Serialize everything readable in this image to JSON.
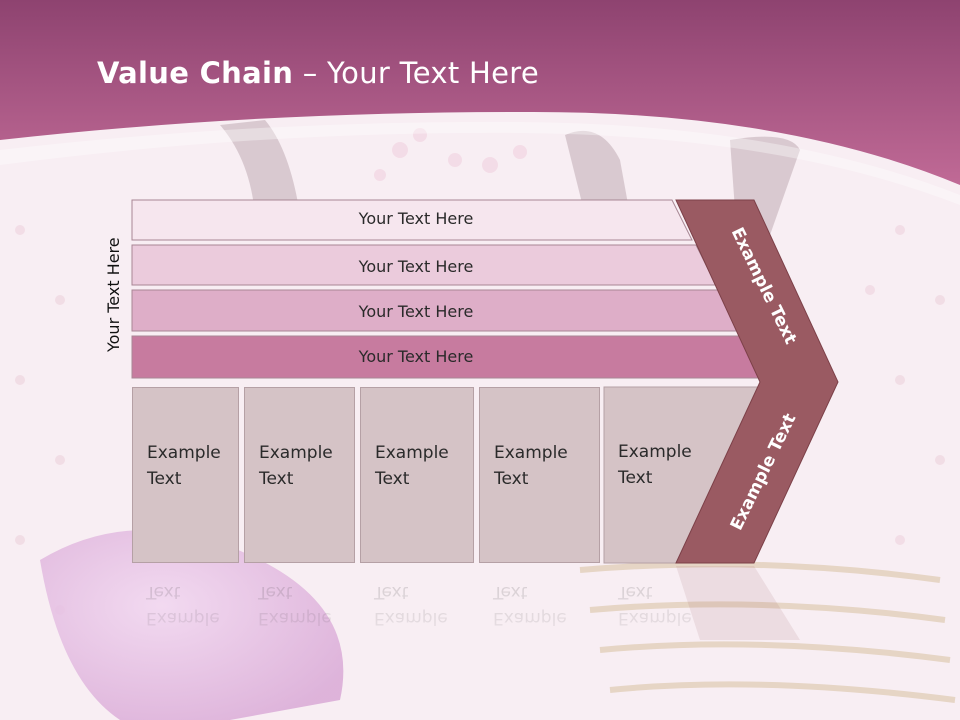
{
  "slide": {
    "title_bold": "Value Chain",
    "title_rest": " – Your Text Here",
    "side_label": "Your Text Here"
  },
  "rows": [
    {
      "label": "Your Text Here"
    },
    {
      "label": "Your Text Here"
    },
    {
      "label": "Your Text Here"
    },
    {
      "label": "Your Text Here"
    }
  ],
  "boxes": [
    {
      "label": "Example\nText"
    },
    {
      "label": "Example\nText"
    },
    {
      "label": "Example\nText"
    },
    {
      "label": "Example\nText"
    },
    {
      "label": "Example\nText"
    }
  ],
  "chevron": {
    "upper_label": "Example Text",
    "lower_label": "Example Text"
  },
  "colors": {
    "header": "#b86690",
    "row1": "#f6e6ee",
    "row2": "#ebcbdc",
    "row3": "#deaec8",
    "row4": "#c77b9f",
    "boxes": "#d5c3c6",
    "chevron": "#9a5a62"
  }
}
